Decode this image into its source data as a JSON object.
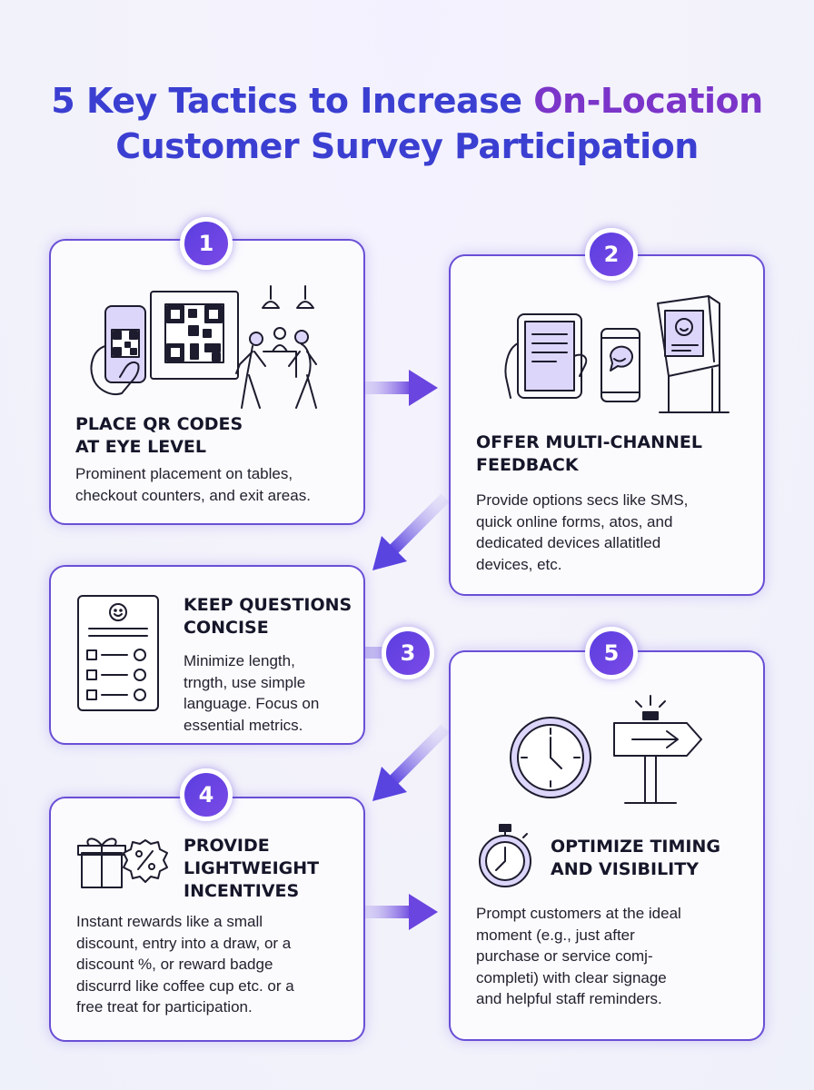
{
  "title": {
    "line1_a": "5 Key Tactics to Increase ",
    "line1_b": "On-Location",
    "line2": "Customer Survey Participation"
  },
  "tactics": [
    {
      "number": "1",
      "heading": "PLACE QR CODES\nAT EYE LEVEL",
      "body": "Prominent placement on tables,\ncheckout counters, and exit areas.",
      "icons": [
        "phone-qr-icon",
        "qr-code-sign-icon",
        "ceiling-lamp-icon",
        "walking-people-icon"
      ]
    },
    {
      "number": "2",
      "heading": "OFFER MULTI-CHANNEL\nFEEDBACK",
      "body": "Provide options secs like SMS,\nquick online forms, atos, and\ndedicated devices allatitled\ndevices, etc.",
      "icons": [
        "tablet-form-icon",
        "phone-chat-icon",
        "feedback-kiosk-icon"
      ]
    },
    {
      "number": "3",
      "heading": "KEEP QUESTIONS\nCONCISE",
      "body": "Minimize length,\ntrngth, use simple\nlanguage. Focus on\nessential metrics.",
      "icons": [
        "survey-form-icon"
      ]
    },
    {
      "number": "4",
      "heading": "PROVIDE\nLIGHTWEIGHT\nINCENTIVES",
      "body": "Instant rewards like a small\ndiscount, entry into a draw, or a\ndiscount %, or reward badge\ndiscurrd like coffee cup etc. or a\nfree treat for participation.",
      "icons": [
        "gift-icon",
        "discount-badge-icon"
      ]
    },
    {
      "number": "5",
      "heading": "OPTIMIZE TIMING\nAND VISIBILITY",
      "body": "Prompt customers at the ideal\nmoment (e.g., just after\npurchase or service comj-\ncompleti) with clear signage\nand helpful staff reminders.",
      "icons": [
        "wall-clock-icon",
        "direction-sign-icon",
        "stopwatch-icon"
      ]
    }
  ],
  "colors": {
    "title_blue": "#3b3fd1",
    "title_purple": "#7b35c9",
    "badge": "#5b3ee0",
    "card_border": "#6a4fd6",
    "arrow": "#6d4ee0"
  }
}
